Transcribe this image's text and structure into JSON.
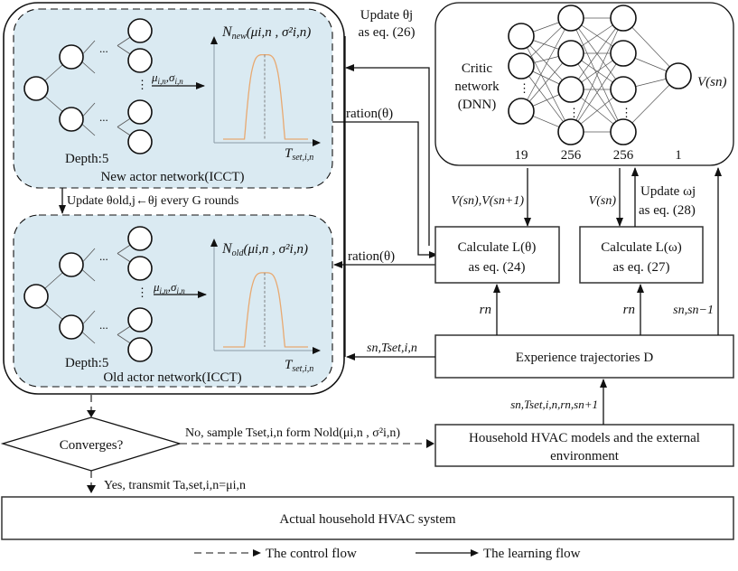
{
  "colors": {
    "actor_fill": "#daeaf2",
    "curve": "#e8a971",
    "axis": "#8a9aa5"
  },
  "new_actor": {
    "title": "New actor network(ICCT)",
    "depth_label": "Depth:5",
    "output_label": "μi,n,σi,n",
    "dist_label_main": "N",
    "dist_label_sub": "new",
    "dist_params": "(μi,n , σ²i,n)",
    "x_axis_label": "T",
    "x_axis_sub": "set,i,n"
  },
  "old_actor": {
    "title": "Old actor network(ICCT)",
    "depth_label": "Depth:5",
    "output_label": "μi,n,σi,n",
    "dist_label_main": "N",
    "dist_label_sub": "old",
    "dist_params": "(μi,n , σ²i,n)",
    "x_axis_label": "T",
    "x_axis_sub": "set,i,n"
  },
  "critic": {
    "label_lines": [
      "Critic",
      "network",
      "(DNN)"
    ],
    "layer_sizes": [
      "19",
      "256",
      "256",
      "1"
    ],
    "output_label": "V(sn)"
  },
  "edges": {
    "update_theta": [
      "Update θj",
      "as eq. (26)"
    ],
    "ration_new": "ration(θ)",
    "ration_old": "ration(θ)",
    "update_old": "Update  θold,j←θj  every G rounds",
    "v_values_theta": "V(sn),V(sn+1)",
    "v_value_omega": "V(sn)",
    "update_omega": [
      "Update ωj",
      "as eq. (28)"
    ],
    "reward_theta": "rn",
    "reward_omega": "rn",
    "states_critic": "sn,sn−1",
    "states_actor": "sn,Tset,i,n",
    "env_to_experience": "sn,Tset,i,n,rn,sn+1",
    "no_branch": "No, sample Tset,i,n form Nold(μi,n , σ²i,n)",
    "yes_branch": "Yes, transmit Ta,set,i,n=μi,n"
  },
  "boxes": {
    "calc_theta": [
      "Calculate L(θ)",
      "as eq. (24)"
    ],
    "calc_omega": [
      "Calculate L(ω)",
      "as eq. (27)"
    ],
    "experience": "Experience trajectories D",
    "environment": [
      "Household HVAC models and the external",
      "environment"
    ],
    "converges": "Converges?",
    "actual_system": "Actual household HVAC system"
  },
  "legend": {
    "control_flow": "The control flow",
    "learning_flow": "The learning flow"
  }
}
